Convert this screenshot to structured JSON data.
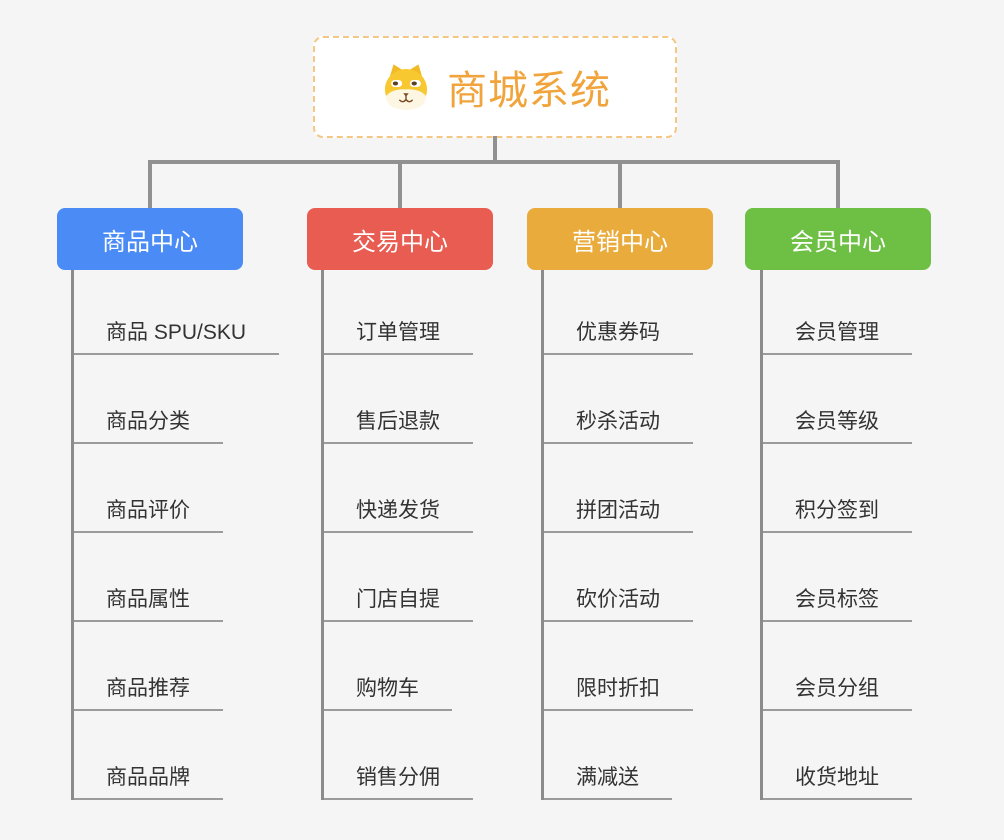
{
  "root": {
    "title": "商城系统",
    "icon": "shiba-dog-icon"
  },
  "branches": [
    {
      "label": "商品中心",
      "color": "#4a8bf5",
      "children": [
        "商品 SPU/SKU",
        "商品分类",
        "商品评价",
        "商品属性",
        "商品推荐",
        "商品品牌"
      ]
    },
    {
      "label": "交易中心",
      "color": "#e85c52",
      "children": [
        "订单管理",
        "售后退款",
        "快递发货",
        "门店自提",
        "购物车",
        "销售分佣"
      ]
    },
    {
      "label": "营销中心",
      "color": "#e9ab3c",
      "children": [
        "优惠券码",
        "秒杀活动",
        "拼团活动",
        "砍价活动",
        "限时折扣",
        "满减送"
      ]
    },
    {
      "label": "会员中心",
      "color": "#6dc044",
      "children": [
        "会员管理",
        "会员等级",
        "积分签到",
        "会员标签",
        "会员分组",
        "收货地址"
      ]
    }
  ],
  "accents": {
    "root_text": "#f1a43b",
    "root_border": "#f5c784",
    "connector_line": "#919191",
    "leaf_underline": "#9b9b9b",
    "leaf_text": "#333333",
    "background": "#f5f5f5"
  }
}
